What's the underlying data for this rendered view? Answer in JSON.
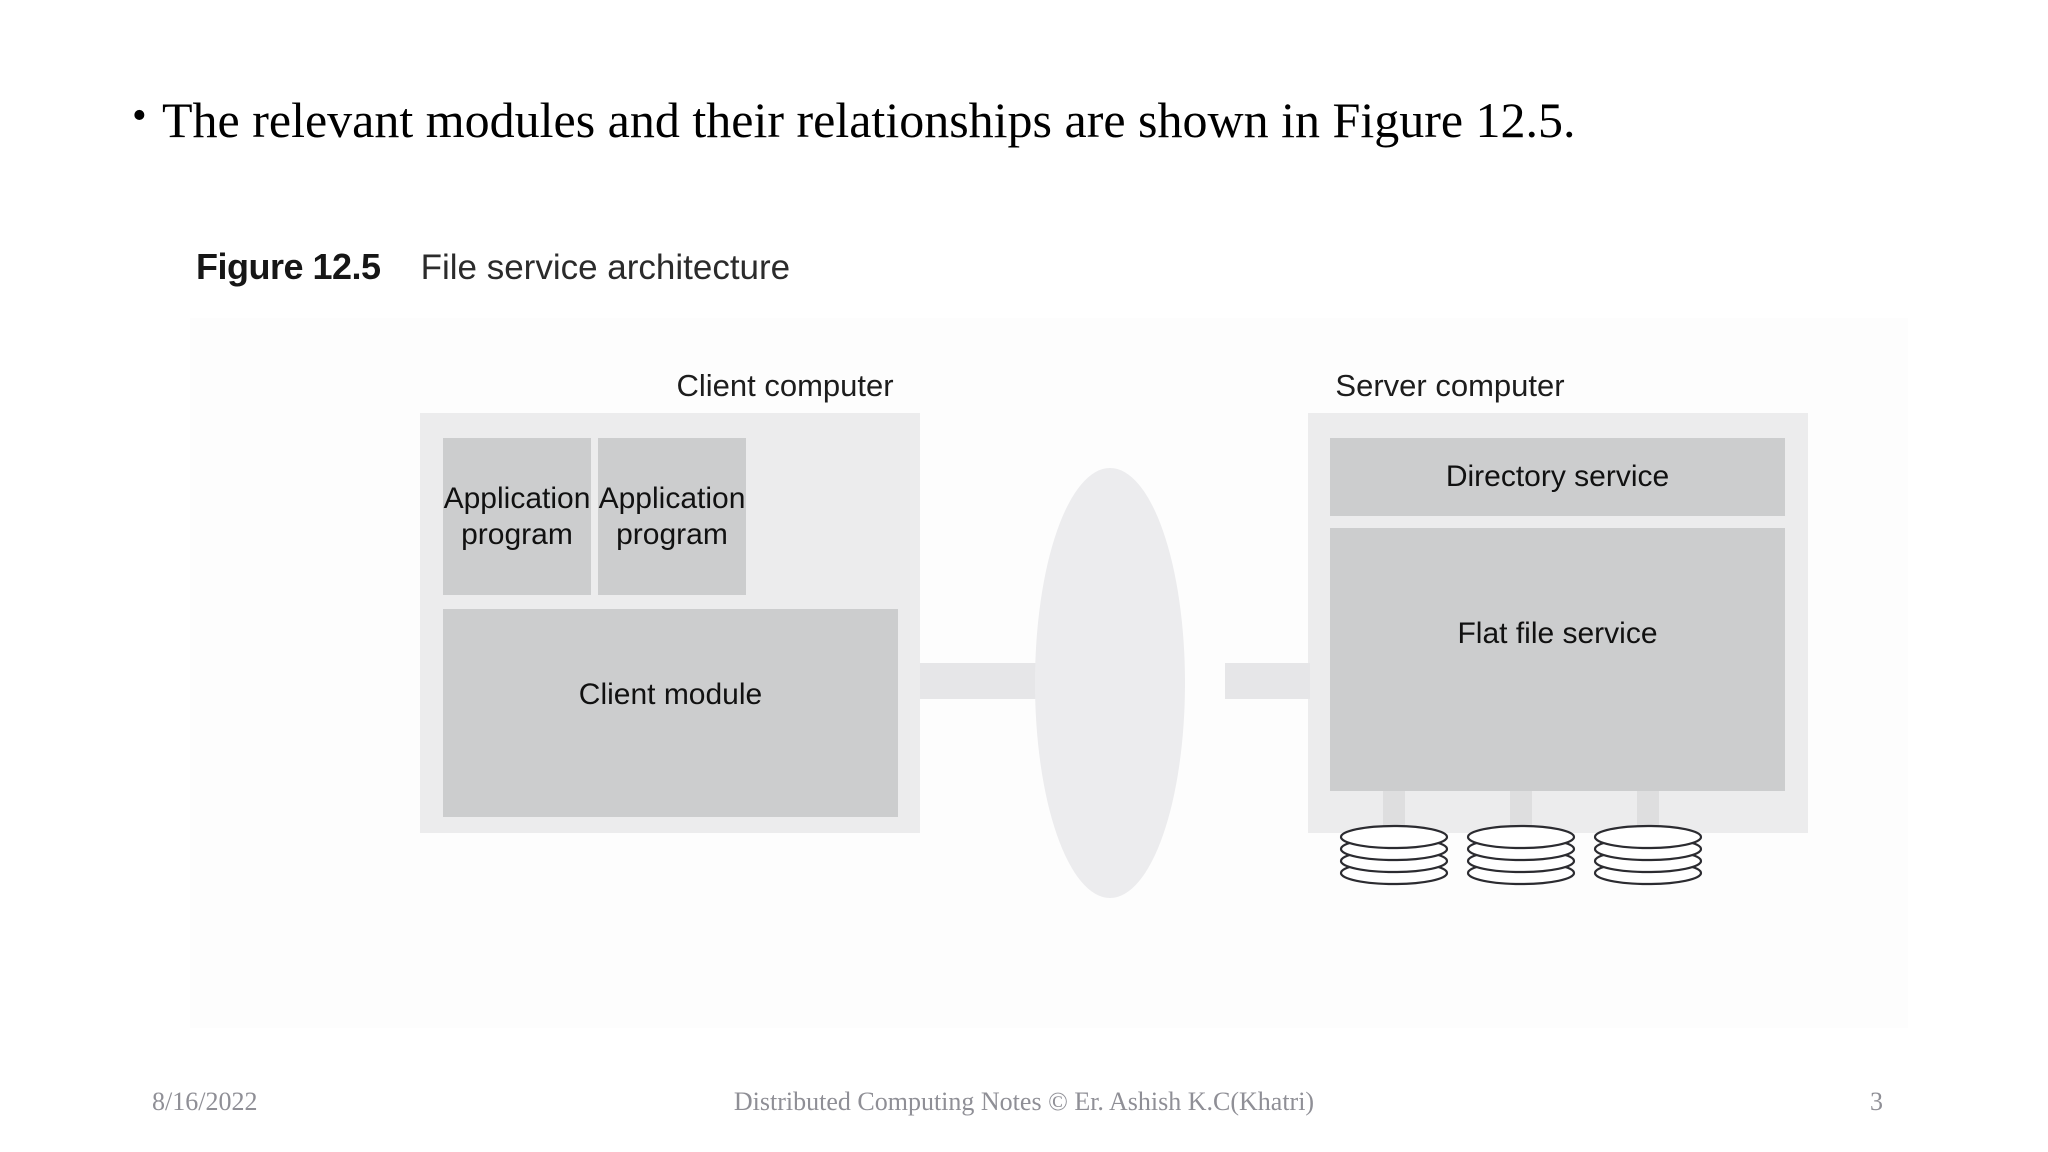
{
  "slide": {
    "bullet": {
      "marker": "•",
      "text": "The relevant modules and their relationships are shown in Figure 12.5."
    }
  },
  "figure": {
    "number": "Figure 12.5",
    "title": "File service architecture",
    "client": {
      "label": "Client computer",
      "app_program_1": "Application\nprogram",
      "app_program_2": "Application\nprogram",
      "client_module": "Client module"
    },
    "server": {
      "label": "Server computer",
      "directory_service": "Directory service",
      "flat_file_service": "Flat file service",
      "disk_count": 3,
      "disk_platters": 4
    },
    "network": {
      "icon": "network-ellipse-icon"
    },
    "colors": {
      "panel_background": "#fdfdfd",
      "machine_enclosure": "#ececed",
      "module_fill": "#cccdce",
      "connector": "#e6e6e8",
      "network_fill": "#ececee",
      "disk_outline": "#2b2b30",
      "disk_fill": "#ffffff",
      "text": "#111111"
    }
  },
  "footer": {
    "date": "8/16/2022",
    "center": "Distributed Computing Notes © Er. Ashish K.C(Khatri)",
    "page_number": "3"
  }
}
